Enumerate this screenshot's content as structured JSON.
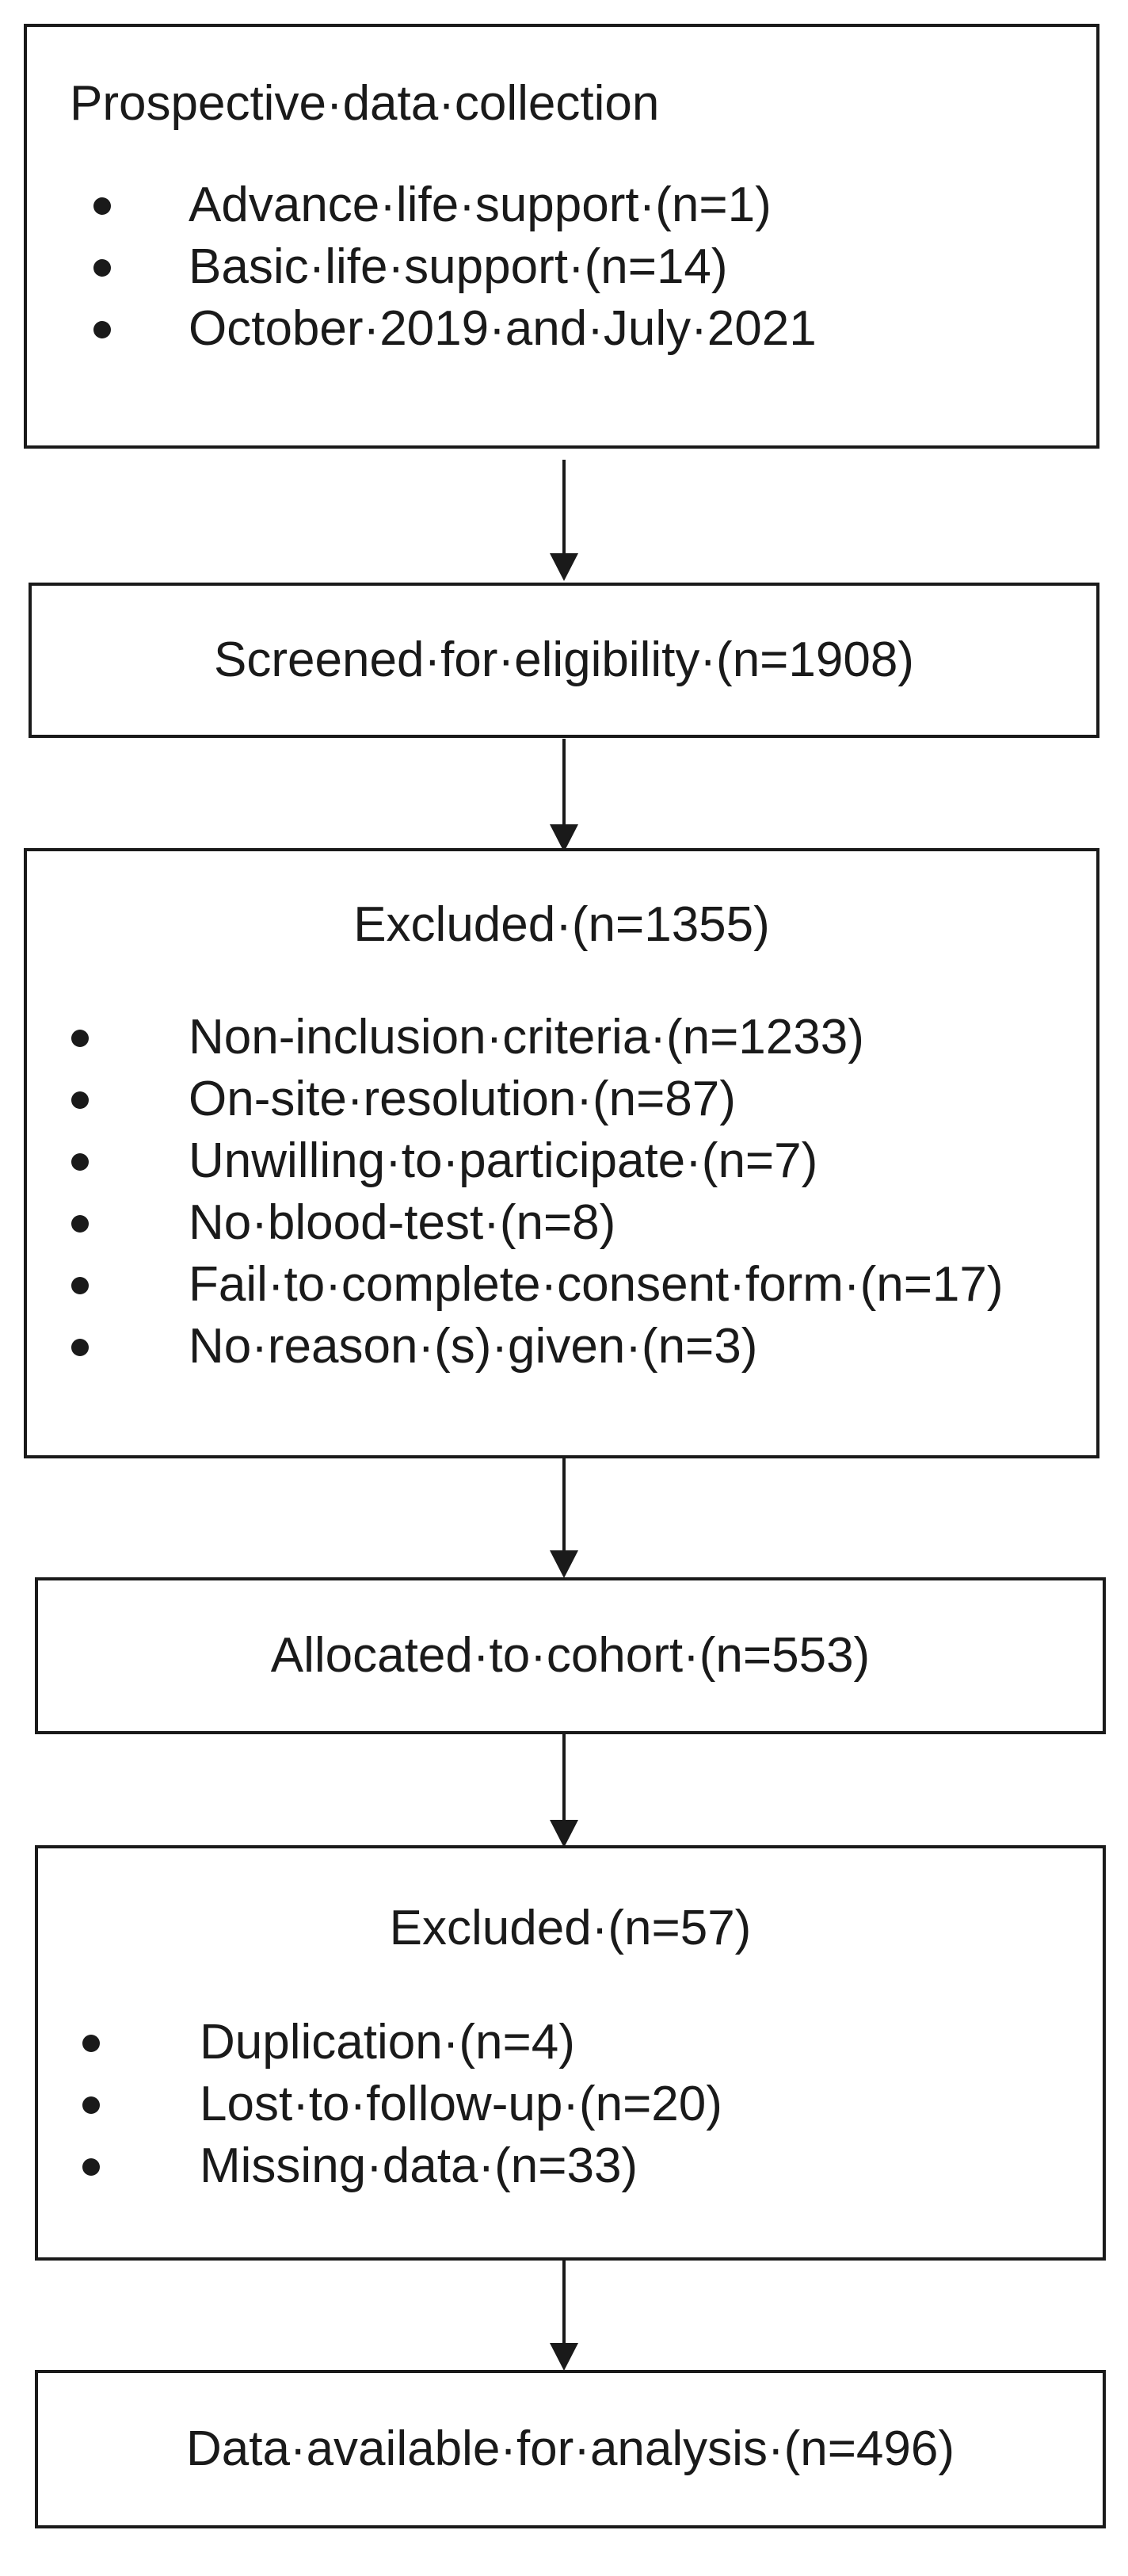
{
  "box1": {
    "title": "Prospective·data·collection",
    "items": [
      "Advance·life·support·(n=1)",
      "Basic·life·support·(n=14)",
      "October·2019·and·July·2021"
    ]
  },
  "box2": {
    "title": "Screened·for·eligibility·(n=1908)"
  },
  "box3": {
    "title": "Excluded·(n=1355)",
    "items": [
      "Non-inclusion·criteria·(n=1233)",
      "On-site·resolution·(n=87)",
      "Unwilling·to·participate·(n=7)",
      "No·blood-test·(n=8)",
      "Fail·to·complete·consent·form·(n=17)",
      "No·reason·(s)·given·(n=3)"
    ]
  },
  "box4": {
    "title": "Allocated·to·cohort·(n=553)"
  },
  "box5": {
    "title": "Excluded·(n=57)",
    "items": [
      "Duplication·(n=4)",
      "Lost·to·follow-up·(n=20)",
      "Missing·data·(n=33)"
    ]
  },
  "box6": {
    "title": "Data·available·for·analysis·(n=496)"
  },
  "colors": {
    "line": "#1a1a1a",
    "background": "#ffffff"
  }
}
